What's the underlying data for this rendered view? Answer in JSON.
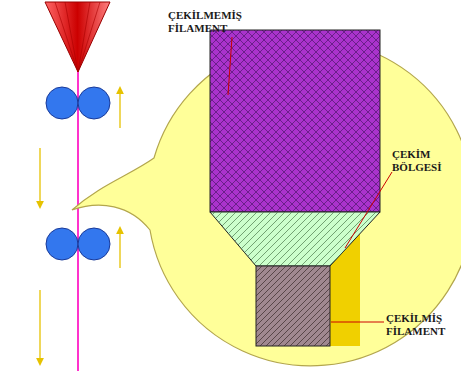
{
  "diagram": {
    "labels": [
      "ÇEKİLMEMİŞ FİLAMENT",
      "ÇEKİM BÖLGESİ",
      "ÇEKİLMİŞ FİLAMENT"
    ]
  }
}
